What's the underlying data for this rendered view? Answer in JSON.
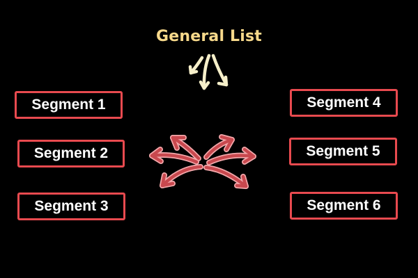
{
  "diagram": {
    "title": "General List",
    "segments": {
      "left": [
        "Segment 1",
        "Segment 2",
        "Segment 3"
      ],
      "right": [
        "Segment 4",
        "Segment 5",
        "Segment 6"
      ]
    }
  },
  "colors": {
    "background": "#000000",
    "title_text": "#f7d98b",
    "cream_arrows": "#f6efc9",
    "segment_border": "#e84a4f",
    "segment_text": "#ffffff",
    "split_arrows": "#e0787c"
  }
}
